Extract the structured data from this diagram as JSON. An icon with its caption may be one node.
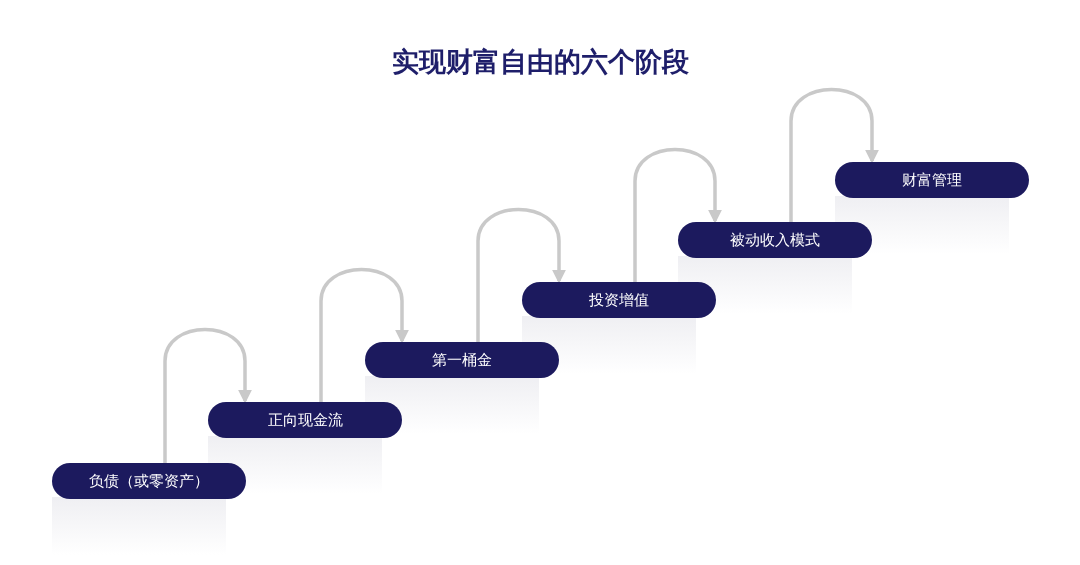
{
  "diagram": {
    "title": "实现财富自由的六个阶段",
    "nodes": [
      {
        "text": [
          "负债（或零资产）"
        ]
      },
      {
        "text": [
          "正向现金流"
        ]
      },
      {
        "text": [
          "第一桶金"
        ]
      },
      {
        "text": [
          "投资增值"
        ]
      },
      {
        "text": [
          "被动收入模式"
        ]
      },
      {
        "text": [
          "财富管理"
        ]
      }
    ],
    "edges": [
      {
        "from": 0,
        "to": 1,
        "arrow": "to"
      },
      {
        "from": 1,
        "to": 2,
        "arrow": "to"
      },
      {
        "from": 2,
        "to": 3,
        "arrow": "to"
      },
      {
        "from": 3,
        "to": 4,
        "arrow": "to"
      },
      {
        "from": 4,
        "to": 5,
        "arrow": "to"
      }
    ]
  }
}
